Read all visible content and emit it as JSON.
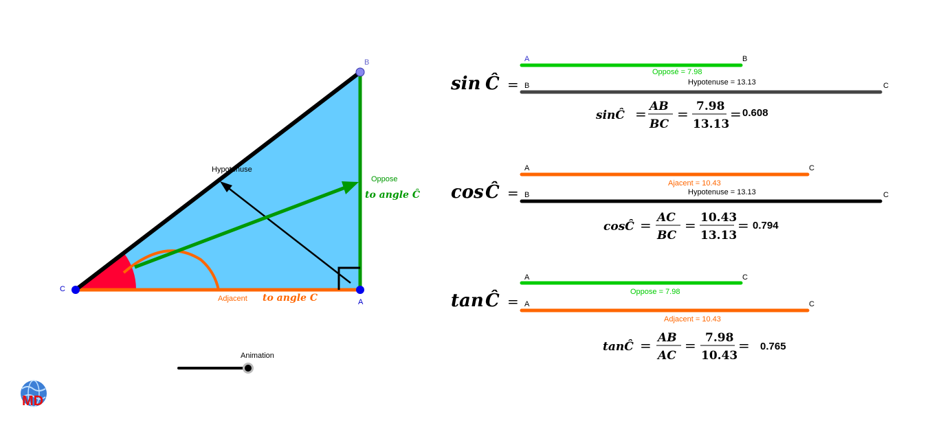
{
  "triangle": {
    "vertex_b": "B",
    "vertex_c": "C",
    "vertex_a": "A",
    "hypotenuse_label": "Hypotenuse",
    "oppose_label": "Oppose",
    "oppose_angle_label": "to angle Ĉ",
    "adjacent_label": "Adjacent",
    "adjacent_angle_label": "to angle C",
    "colors": {
      "fill": "#66ccff",
      "hyp": "#000000",
      "opp": "#009900",
      "adj": "#ff6600",
      "angle": "#ff0033",
      "point": "#0000ff"
    }
  },
  "slider": {
    "label": "Animation"
  },
  "sin": {
    "head_fn": "sin",
    "head_var": "Ĉ",
    "seg1": {
      "start": "A",
      "end": "B",
      "label": "Opposé = 7.98"
    },
    "seg2": {
      "start": "B",
      "end": "C",
      "label": "Hypotenuse = 13.13"
    },
    "formula": {
      "fn": "sinĈ",
      "num": "AB",
      "den": "BC",
      "vnum": "7.98",
      "vden": "13.13",
      "result": "0.608"
    }
  },
  "cos": {
    "head_fn": "cos",
    "head_var": "Ĉ",
    "seg1": {
      "start": "A",
      "end": "C",
      "label": "Ajacent = 10.43"
    },
    "seg2": {
      "start": "B",
      "end": "C",
      "label": "Hypotenuse = 13.13"
    },
    "formula": {
      "fn": "cosĈ",
      "num": "AC",
      "den": "BC",
      "vnum": "10.43",
      "vden": "13.13",
      "result": "0.794"
    }
  },
  "tan": {
    "head_fn": "tan",
    "head_var": "Ĉ",
    "seg1": {
      "start": "A",
      "end": "C",
      "label": "Oppose = 7.98"
    },
    "seg2": {
      "start": "A",
      "end": "C",
      "label": "Adjacent = 10.43"
    },
    "formula": {
      "fn": "tanĈ",
      "num": "AB",
      "den": "AC",
      "vnum": "7.98",
      "vden": "10.43",
      "result": "0.765"
    }
  },
  "logo": {
    "text": "MD"
  }
}
